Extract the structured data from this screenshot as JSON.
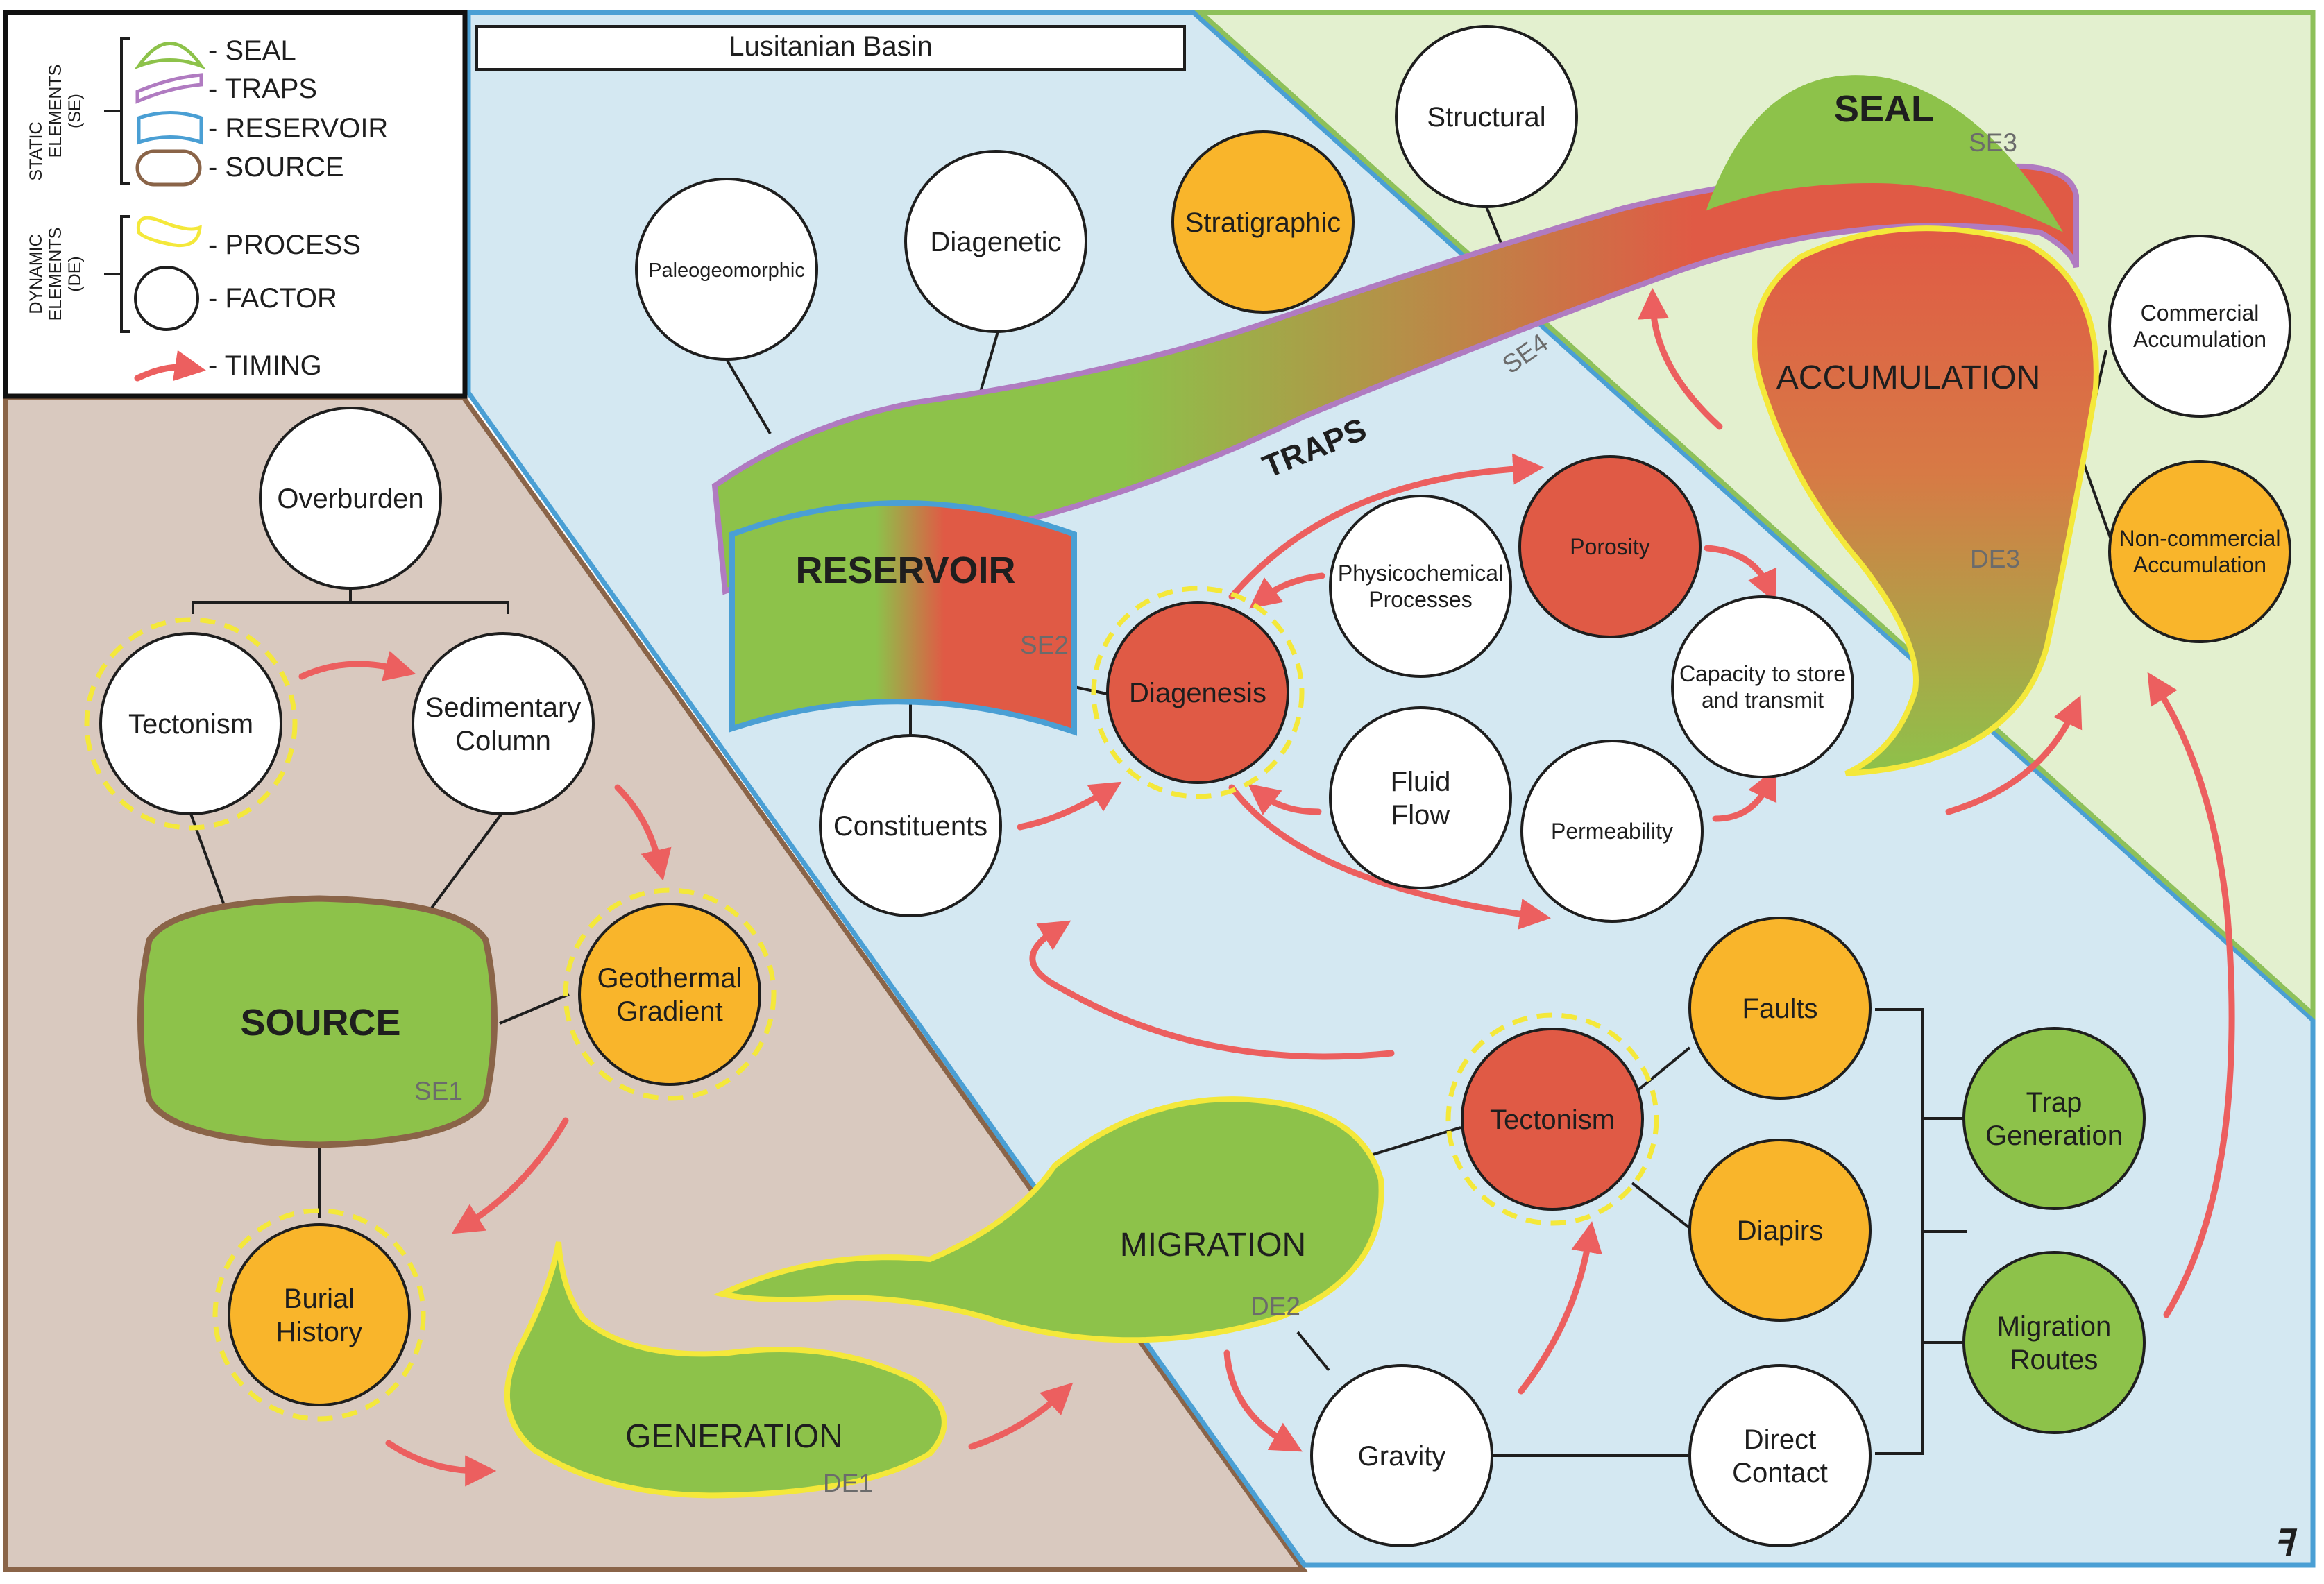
{
  "title": "Lusitanian Basin",
  "legend": {
    "static_group": "STATIC ELEMENTS (SE)",
    "dynamic_group": "DYNAMIC ELEMENTS (DE)",
    "static_group_lines": [
      "STATIC",
      "ELEMENTS",
      "(SE)"
    ],
    "dynamic_group_lines": [
      "DYNAMIC",
      "ELEMENTS",
      "(DE)"
    ],
    "items": [
      "- SEAL",
      "- TRAPS",
      "- RESERVOIR",
      "- SOURCE",
      "- PROCESS",
      "- FACTOR",
      "- TIMING"
    ]
  },
  "static_elements": {
    "source": {
      "label": "SOURCE",
      "code": "SE1"
    },
    "reservoir": {
      "label": "RESERVOIR",
      "code": "SE2"
    },
    "seal": {
      "label": "SEAL",
      "code": "SE3"
    },
    "traps": {
      "label": "TRAPS",
      "code": "SE4"
    }
  },
  "processes": {
    "generation": {
      "label": "GENERATION",
      "code": "DE1"
    },
    "migration": {
      "label": "MIGRATION",
      "code": "DE2"
    },
    "accumulation": {
      "label": "ACCUMULATION",
      "code": "DE3"
    }
  },
  "factors": {
    "overburden": {
      "lines": [
        "Overburden"
      ]
    },
    "tectonism_source": {
      "lines": [
        "Tectonism"
      ]
    },
    "sedimentary_column": {
      "lines": [
        "Sedimentary",
        "Column"
      ]
    },
    "geothermal_gradient": {
      "lines": [
        "Geothermal",
        "Gradient"
      ]
    },
    "burial_history": {
      "lines": [
        "Burial",
        "History"
      ]
    },
    "paleogeomorphic": {
      "lines": [
        "Paleogeomorphic"
      ]
    },
    "diagenetic": {
      "lines": [
        "Diagenetic"
      ]
    },
    "stratigraphic": {
      "lines": [
        "Stratigraphic"
      ]
    },
    "structural": {
      "lines": [
        "Structural"
      ]
    },
    "constituents": {
      "lines": [
        "Constituents"
      ]
    },
    "diagenesis": {
      "lines": [
        "Diagenesis"
      ]
    },
    "physicochemical": {
      "lines": [
        "Physicochemical",
        "Processes"
      ]
    },
    "porosity": {
      "lines": [
        "Porosity"
      ]
    },
    "capacity": {
      "lines": [
        "Capacity to store",
        "and transmit"
      ]
    },
    "fluid_flow": {
      "lines": [
        "Fluid",
        "Flow"
      ]
    },
    "permeability": {
      "lines": [
        "Permeability"
      ]
    },
    "commercial": {
      "lines": [
        "Commercial",
        "Accumulation"
      ]
    },
    "non_commercial": {
      "lines": [
        "Non-commercial",
        "Accumulation"
      ]
    },
    "tectonism_migration": {
      "lines": [
        "Tectonism"
      ]
    },
    "faults": {
      "lines": [
        "Faults"
      ]
    },
    "diapirs": {
      "lines": [
        "Diapirs"
      ]
    },
    "trap_generation": {
      "lines": [
        "Trap",
        "Generation"
      ]
    },
    "migration_routes": {
      "lines": [
        "Migration",
        "Routes"
      ]
    },
    "gravity": {
      "lines": [
        "Gravity"
      ]
    },
    "direct_contact": {
      "lines": [
        "Direct",
        "Contact"
      ]
    }
  },
  "colors": {
    "source_zone": "#d9c9bf",
    "source_border": "#8a6448",
    "reservoir_zone": "#d4e8f2",
    "reservoir_border": "#4a9fd4",
    "seal_zone": "#e3f0cf",
    "seal_border": "#8dc05a",
    "green": "#8dc24a",
    "red": "#e05a45",
    "orange": "#f9b52b",
    "yellow_outline": "#f4e83a",
    "traps_outline": "#b07bc1",
    "timing": "#ec5f5f"
  }
}
